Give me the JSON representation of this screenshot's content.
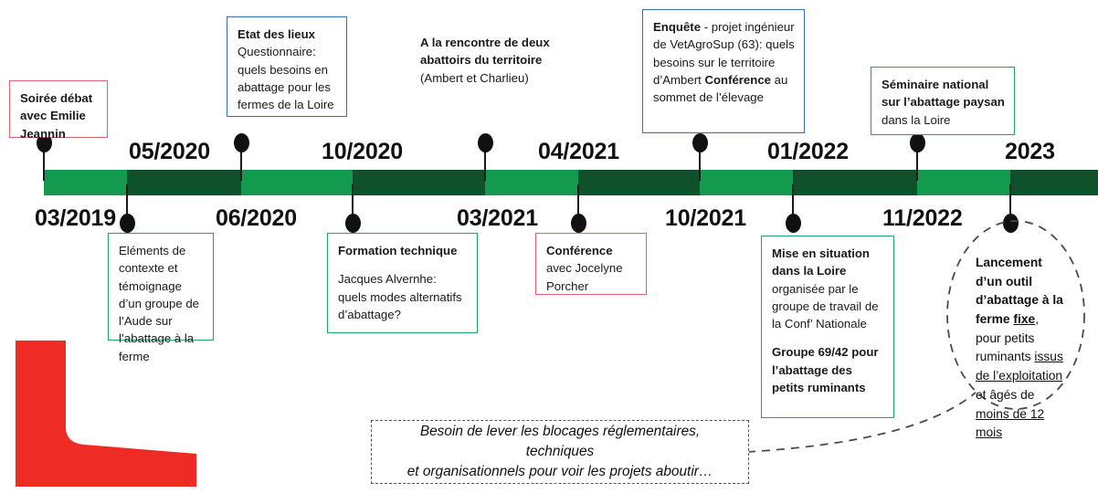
{
  "timeline": {
    "bar_color_light": "#149A4E",
    "bar_color_dark": "#0E512A",
    "dates_above": [
      "05/2020",
      "10/2020",
      "04/2021",
      "01/2022",
      "2023"
    ],
    "dates_below": [
      "03/2019",
      "06/2020",
      "03/2021",
      "10/2021",
      "11/2022"
    ],
    "labels": {
      "d_03_2019": "03/2019",
      "d_05_2020": "05/2020",
      "d_06_2020": "06/2020",
      "d_10_2020": "10/2020",
      "d_03_2021": "03/2021",
      "d_04_2021": "04/2021",
      "d_10_2021": "10/2021",
      "d_01_2022": "01/2022",
      "d_11_2022": "11/2022",
      "d_2023": "2023"
    }
  },
  "notes": {
    "soiree": {
      "title": "Soirée débat avec Emilie Jeannin",
      "border_color": "#e0666b"
    },
    "etat_des_lieux": {
      "title": "Etat des lieux",
      "body": "Questionnaire: quels besoins en abattage pour les fermes de la Loire",
      "border_color": "#3c6eb4"
    },
    "rencontre": {
      "title": "A la rencontre de deux abattoirs du territoire",
      "body": " (Ambert et Charlieu)"
    },
    "enquete": {
      "title": "Enquête",
      "body": " - projet ingénieur de VetAgroSup (63): quels besoins sur le territoire d’Ambert ",
      "title2": "Conférence",
      "body2": " au sommet de l’élevage",
      "border_color": "#3c6eb4"
    },
    "seminaire": {
      "title": "Séminaire national sur l’abattage paysan",
      "body": " dans la Loire",
      "border_color": "#22a563"
    },
    "elements": {
      "body": "Eléments de contexte et témoignage d’un groupe de l’Aude sur l’abattage à la ferme",
      "border_color": "#22a563"
    },
    "formation": {
      "title": "Formation technique",
      "body": "Jacques Alvernhe: quels modes alternatifs d’abattage?",
      "border_color": "#22a563"
    },
    "conference_jp": {
      "title": "Conférence",
      "body": " avec Jocelyne Porcher",
      "border_color": "#e0666b"
    },
    "mise_en_situation": {
      "title": "Mise en situation dans la Loire",
      "body": " organisée par le groupe de travail de la Conf’ Nationale",
      "title2": "Groupe 69/42 pour l’abattage des petits ruminants",
      "border_color": "#22a563"
    },
    "lancement": {
      "t1": "Lancement d’un outil d’abattage à la ferme ",
      "u1": "fixe",
      "t2": ", pour petits ruminants ",
      "u2": "issus de l’exploitation",
      "t3": " et âgés de ",
      "u3": "moins de 12 mois"
    },
    "callout": {
      "line1": "Besoin de lever les blocages réglementaires, techniques",
      "line2": "et organisationnels pour voir les projets aboutir…"
    }
  },
  "decoration": {
    "logo_color": "#EE2B24",
    "logo_name": "red-l-shape"
  }
}
